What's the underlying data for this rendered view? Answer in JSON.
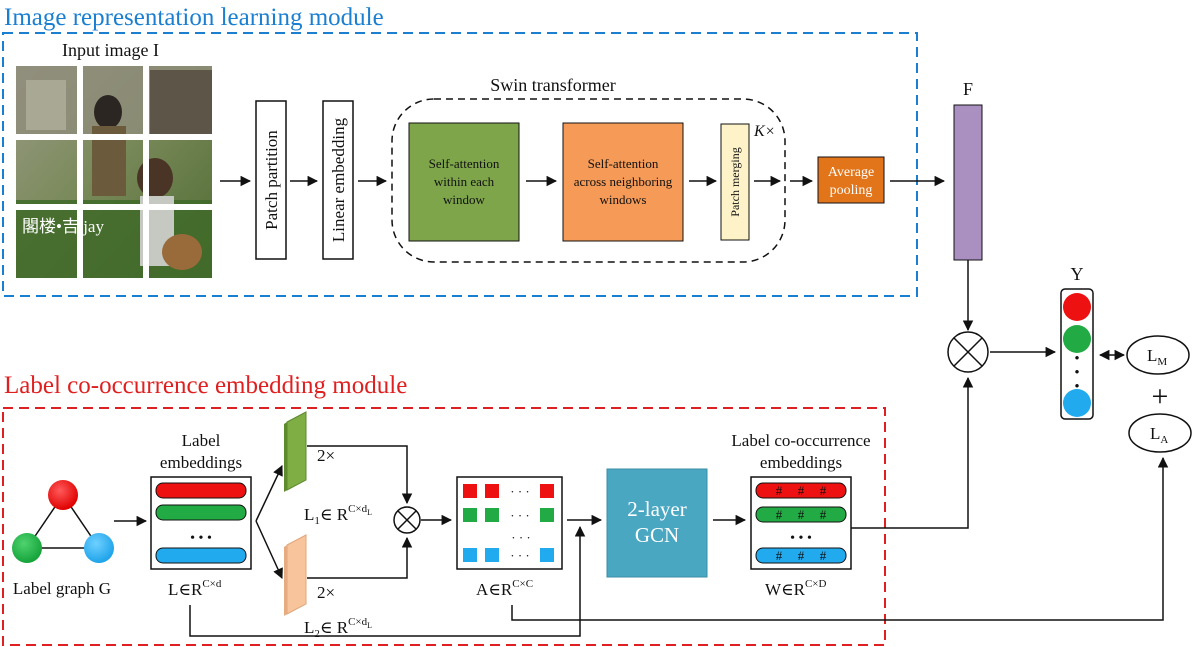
{
  "image_module": {
    "title": "Image representation learning module",
    "input_label": "Input image I",
    "photo_caption": "閣楼•吉 jay"
  },
  "patch_partition": "Patch partition",
  "linear_embedding": "Linear embedding",
  "swin": {
    "title": "Swin transformer",
    "self_attention_within": [
      "Self-attention",
      "within each",
      "window"
    ],
    "self_attention_across": [
      "Self-attention",
      "across neighboring",
      "windows"
    ],
    "patch_merging": "Patch merging",
    "repeat": "K×"
  },
  "average_pooling": [
    "Average",
    "pooling"
  ],
  "feature_label": "F",
  "output": {
    "label": "Y",
    "dots": "•"
  },
  "loss_m": {
    "base": "L",
    "sub": "M"
  },
  "loss_plus": "+",
  "loss_a": {
    "base": "L",
    "sub": "A"
  },
  "label_module": {
    "title": "Label co-occurrence embedding module",
    "label_graph": "Label graph G",
    "embeddings_title": [
      "Label",
      "embeddings"
    ],
    "ellipsis": "•  •  •",
    "L": {
      "base": "L∈R",
      "sup": "C×d"
    },
    "upper_repeat": "2×",
    "lower_repeat": "2×",
    "L1": {
      "base": "L",
      "sub": "1",
      "mid": "∈ R",
      "sup": "C×d",
      "supsub": "L"
    },
    "L2": {
      "base": "L",
      "sub": "2",
      "mid": "∈ R",
      "sup": "C×d",
      "supsub": "L"
    },
    "A": {
      "base": "A∈R",
      "sup": "C×C"
    },
    "matrix_dots": "· · ·",
    "gcn": [
      "2-layer",
      "GCN"
    ],
    "cooc_title": [
      "Label co-occurrence",
      "embeddings"
    ],
    "hash": "#",
    "W": {
      "base": "W∈R",
      "sup": "C×D"
    }
  },
  "colors": {
    "blue_dashed": "#1b7fd1",
    "red_dashed": "#e02020",
    "red": "#ee1111",
    "green": "#22aa44",
    "blue": "#22aaee",
    "attn_green": "#7ea54a",
    "attn_orange": "#f59a57",
    "patch_merge": "#fdf2c8",
    "avg_pool": "#e2741a",
    "feature": "#a990c0",
    "gcn": "#4aa7c2",
    "l1": "#7fae45",
    "l2": "#f8c49c"
  }
}
